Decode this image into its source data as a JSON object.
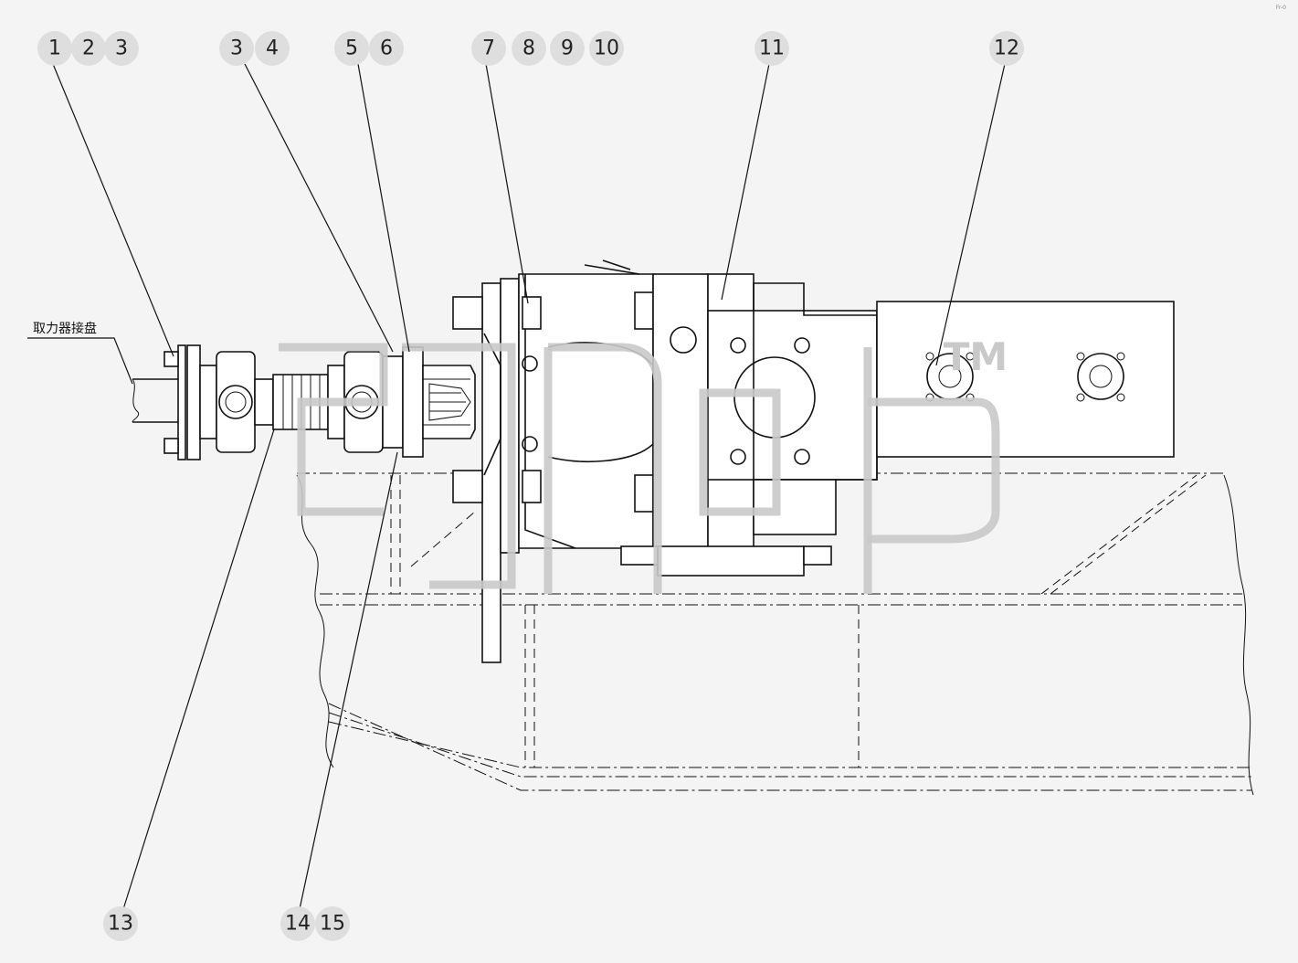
{
  "drawing": {
    "callouts_top": [
      "1",
      "2",
      "3",
      "3",
      "4",
      "5",
      "6",
      "7",
      "8",
      "9",
      "10",
      "11",
      "12"
    ],
    "callouts_bottom": [
      "13",
      "14",
      "15"
    ],
    "labels": {
      "pto_flange": "取力器接盘"
    },
    "watermark_text": "TM",
    "corner_mark": "Fr-0"
  }
}
